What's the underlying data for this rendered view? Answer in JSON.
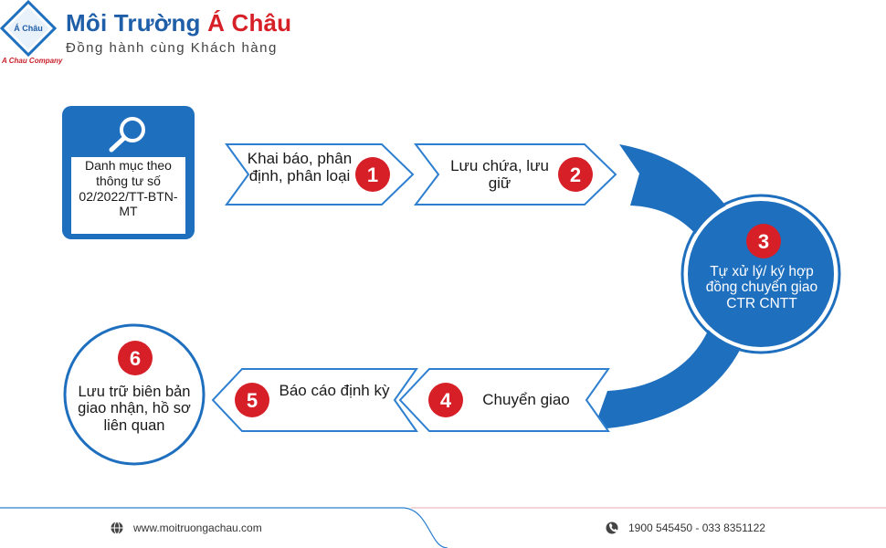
{
  "brand": {
    "logo_text": "Á Châu",
    "logo_caption": "A Chau Company",
    "title_part1": "Môi Trường ",
    "title_part2": "Á Châu",
    "slogan": "Đồng hành cùng Khách hàng"
  },
  "colors": {
    "primary_blue": "#1f6fbf",
    "dark_blue": "#1f5ea8",
    "accent_red": "#d61f26",
    "arrow_border": "#2e7fd0"
  },
  "steps": {
    "doc": {
      "icon": "magnifier-icon",
      "text": "Danh mục theo thông tư số 02/2022/TT-BTN-MT"
    },
    "s1": {
      "number": "1",
      "text": "Khai báo, phân định, phân loại"
    },
    "s2": {
      "number": "2",
      "text": "Lưu chứa, lưu giữ"
    },
    "s3": {
      "number": "3",
      "text": "Tự xử lý/ ký hợp đồng chuyển giao CTR CNTT"
    },
    "s4": {
      "number": "4",
      "text": "Chuyển giao"
    },
    "s5": {
      "number": "5",
      "text": "Báo cáo định kỳ"
    },
    "s6": {
      "number": "6",
      "text": "Lưu trữ biên bản giao nhận, hồ sơ liên quan"
    }
  },
  "footer": {
    "website_icon": "globe-icon",
    "website": "www.moitruongachau.com",
    "phone_icon": "phone-icon",
    "phone": "1900 545450 - 033 8351122"
  }
}
